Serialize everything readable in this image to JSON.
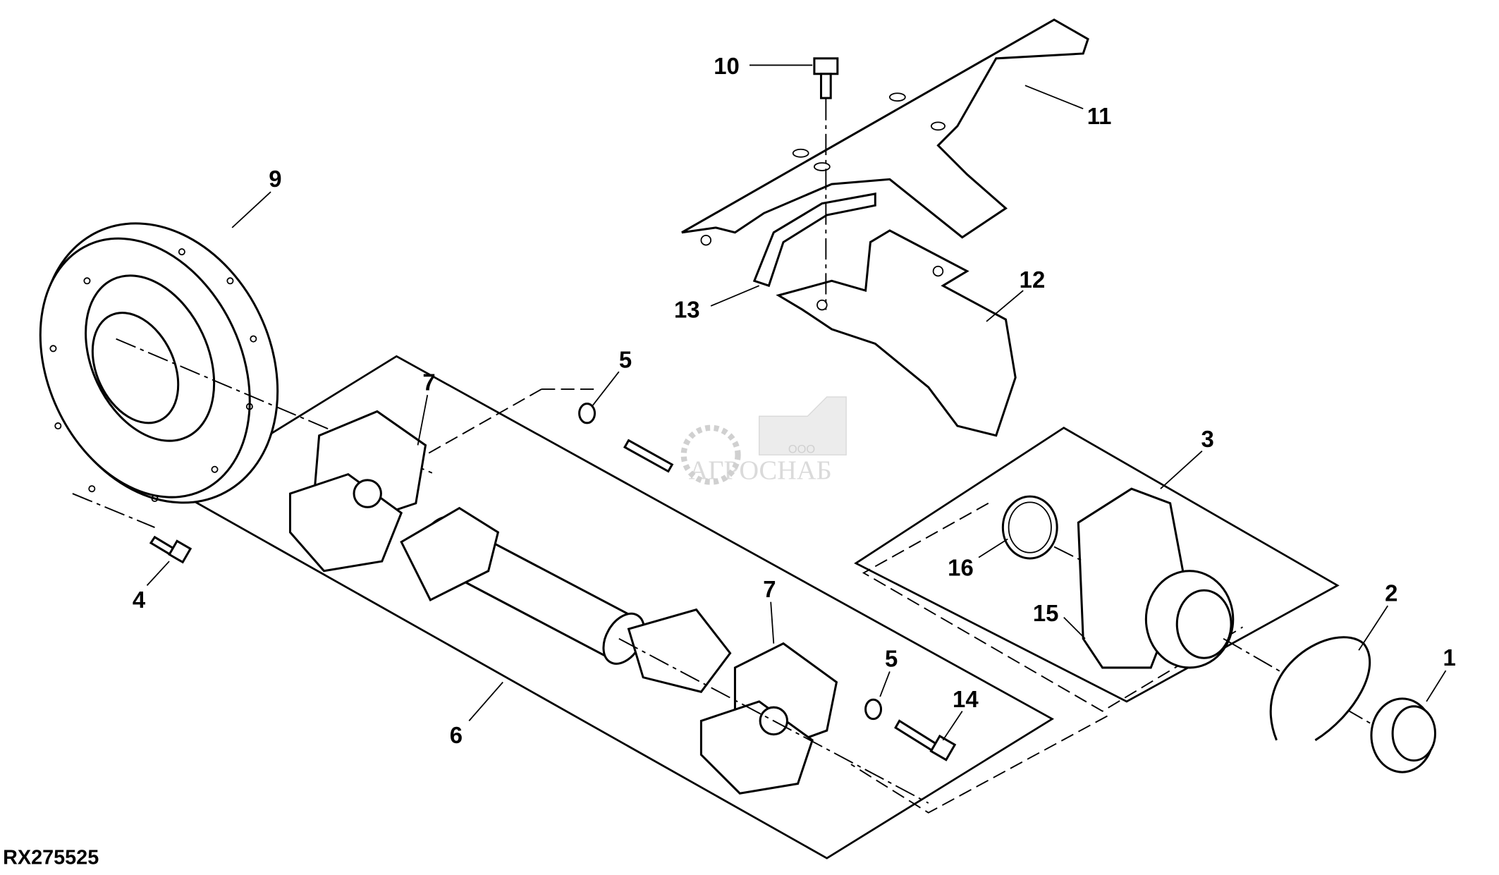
{
  "figure_id": "RX275525",
  "watermark": {
    "prefix": "ООО",
    "name": "АГРОСНАБ"
  },
  "callouts": {
    "c1": "1",
    "c2": "2",
    "c3": "3",
    "c4": "4",
    "c5a": "5",
    "c5b": "5",
    "c6": "6",
    "c7a": "7",
    "c7b": "7",
    "c9": "9",
    "c10": "10",
    "c11": "11",
    "c12": "12",
    "c13": "13",
    "c14": "14",
    "c15": "15",
    "c16": "16"
  }
}
